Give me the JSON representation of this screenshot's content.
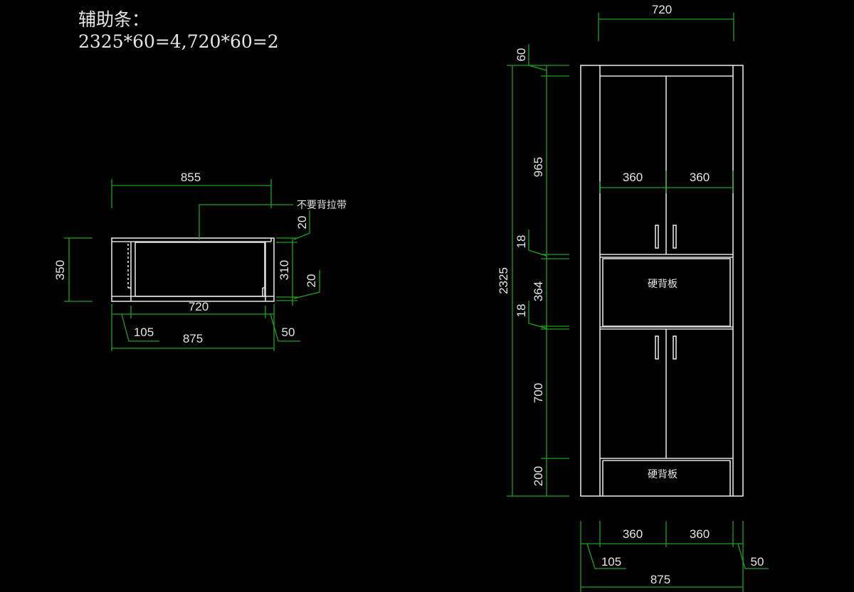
{
  "header": {
    "title": "辅助条：",
    "formula": "2325*60=4,720*60=2"
  },
  "plan_view": {
    "dims": {
      "width_top": "855",
      "depth": "350",
      "inner_depth": "310",
      "top_gap": "20",
      "bottom_gap": "20",
      "inner_width": "720",
      "left": "105",
      "right": "50",
      "total": "875"
    },
    "note": "不要背拉带"
  },
  "elevation_view": {
    "dims": {
      "top_width": "720",
      "top_rail": "60",
      "upper": "965",
      "shelf1": "18",
      "middle": "364",
      "shelf2": "18",
      "lower": "700",
      "base": "200",
      "total_height": "2325",
      "door_left": "360",
      "door_right": "360",
      "bottom_left_door": "360",
      "bottom_right_door": "360",
      "bottom_left": "105",
      "bottom_right": "50",
      "bottom_total": "875"
    },
    "panel_labels": {
      "middle": "硬背板",
      "bottom": "硬背板"
    }
  },
  "colors": {
    "dimension": "#1ea21e",
    "outline": "#e0e0e0",
    "background": "#000000"
  }
}
